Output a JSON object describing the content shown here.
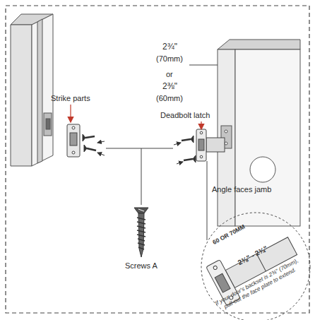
{
  "diagram": {
    "nodes": [
      {
        "text": [
          "60 OR 70MM",
          "2⅜\" - 2¾\"",
          "If your door's backset is 2¾\" (70mm), pull-out the face plate to extend."
        ]
      }
    ],
    "labels": [
      "Strike parts",
      "2¾\"",
      "(70mm)",
      "or",
      "2⅜\"",
      "(60mm)",
      "Deadbolt latch",
      "Angle faces jamb",
      "Screws A"
    ]
  }
}
